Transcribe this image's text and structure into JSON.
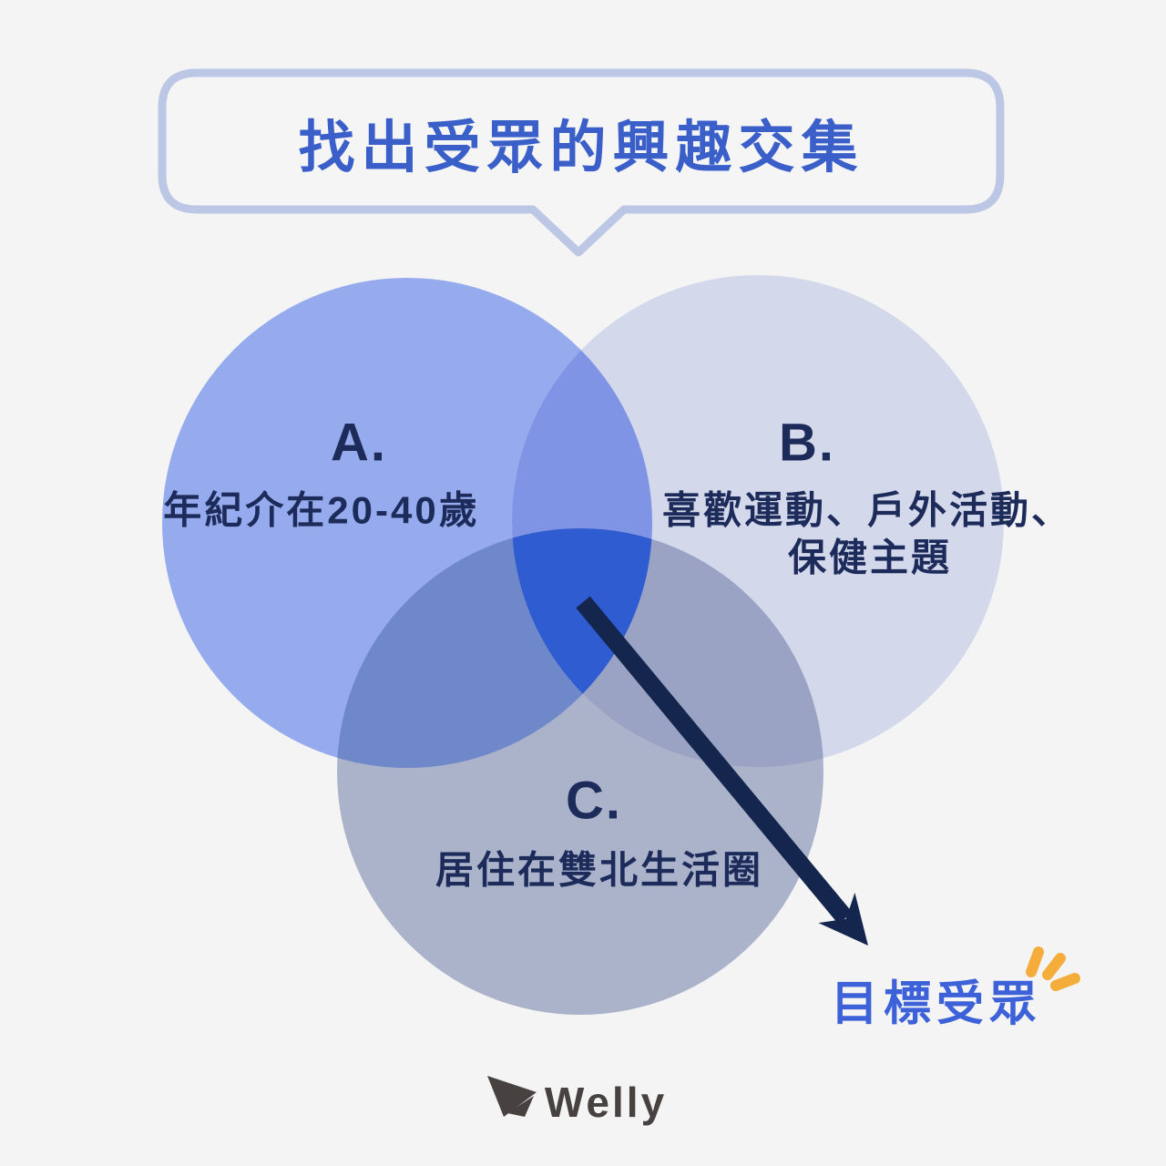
{
  "title": {
    "text": "找出受眾的興趣交集"
  },
  "venn": {
    "sets": [
      {
        "id": "A",
        "label": "A.",
        "description": "年紀介在20-40歲",
        "color": "#96ABEE"
      },
      {
        "id": "B",
        "label": "B.",
        "description_line1": "喜歡運動、戶外活動、",
        "description_line2": "保健主題",
        "color": "#D4D8EB"
      },
      {
        "id": "C",
        "label": "C.",
        "description": "居住在雙北生活圈",
        "color": "#ABB3CA"
      }
    ],
    "overlaps": {
      "ab": "#8094E5",
      "ac": "#6F88CA",
      "bc": "#9AA3C4",
      "abc": "#2F5CD0"
    }
  },
  "arrow": {
    "label": "目標受眾",
    "color": "#14264E"
  },
  "logo": {
    "text": "Welly",
    "color": "#474140"
  },
  "colors": {
    "background": "#F4F4F4",
    "bubble_border": "#BCC7E5",
    "bubble_fill": "#F5F5F6",
    "title_text": "#3B5FC9",
    "label_text": "#1C2B5A",
    "target_text": "#3C61D8",
    "sparkle": "#F4AC3B"
  }
}
